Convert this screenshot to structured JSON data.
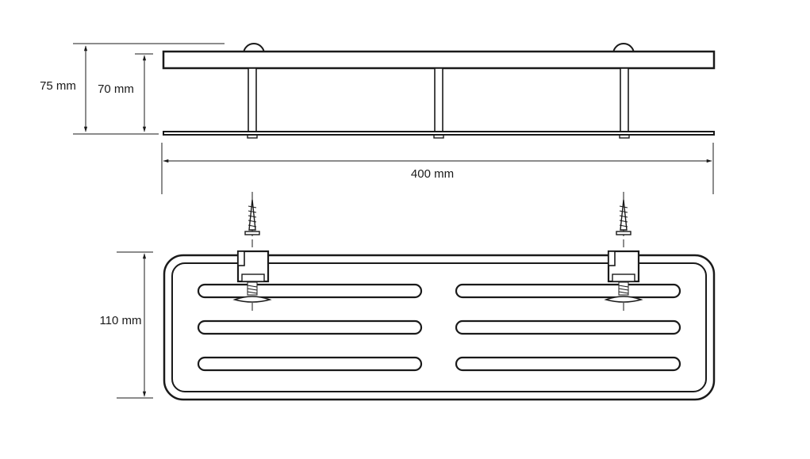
{
  "dimensions": {
    "height_total": "75 mm",
    "height_inner": "70 mm",
    "width": "400 mm",
    "depth": "110 mm"
  },
  "colors": {
    "line": "#1a1a1a",
    "background": "#ffffff"
  }
}
